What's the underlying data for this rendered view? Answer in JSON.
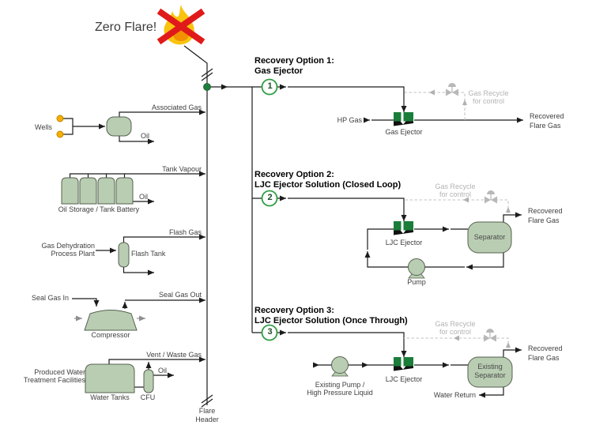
{
  "title": "Zero Flare!",
  "flare_header": {
    "line1": "Flare",
    "line2": "Header"
  },
  "colors": {
    "line": "#1c1c1c",
    "vessel_fill": "#b9cdb2",
    "vessel_stroke": "#55604f",
    "ejector_green": "#1a7d3a",
    "accent_green": "#2f9e41",
    "junction_green": "#1e7e3c",
    "recycle_gray": "#c2c2c2",
    "red_x": "#e01a1a",
    "flame_yellow": "#f9c40f",
    "flame_orange": "#f29100",
    "well_yellow": "#f5b000"
  },
  "sources": {
    "wells": {
      "label": "Wells",
      "stream": "Associated Gas",
      "oil": "Oil"
    },
    "tank_battery": {
      "label": "Oil Storage / Tank Battery",
      "stream": "Tank Vapour",
      "oil": "Oil"
    },
    "flash": {
      "plant_line1": "Gas Dehydration",
      "plant_line2": "Process Plant",
      "vessel": "Flash Tank",
      "stream": "Flash Gas"
    },
    "compressor": {
      "label": "Compressor",
      "seal_in": "Seal Gas In",
      "stream": "Seal Gas Out"
    },
    "produced_water": {
      "facility_line1": "Produced Water",
      "facility_line2": "Treatment Facilities",
      "tanks": "Water Tanks",
      "cfu": "CFU",
      "oil": "Oil",
      "stream": "Vent / Waste Gas"
    }
  },
  "options": [
    {
      "number": "1",
      "title1": "Recovery Option 1:",
      "title2": "Gas Ejector",
      "ejector": "Gas Ejector",
      "motive": "HP Gas",
      "recycle1": "Gas Recycle",
      "recycle2": "for control",
      "out1": "Recovered",
      "out2": "Flare Gas"
    },
    {
      "number": "2",
      "title1": "Recovery Option 2:",
      "title2": "LJC Ejector Solution (Closed Loop)",
      "ejector": "LJC Ejector",
      "separator": "Separator",
      "pump": "Pump",
      "recycle1": "Gas Recycle",
      "recycle2": "for control",
      "out1": "Recovered",
      "out2": "Flare Gas"
    },
    {
      "number": "3",
      "title1": "Recovery Option 3:",
      "title2": "LJC Ejector Solution (Once Through)",
      "ejector": "LJC Ejector",
      "separator1": "Existing",
      "separator2": "Separator",
      "pump1": "Existing Pump /",
      "pump2": "High Pressure Liquid",
      "water_return": "Water Return",
      "recycle1": "Gas Recycle",
      "recycle2": "for control",
      "out1": "Recovered",
      "out2": "Flare Gas"
    }
  ]
}
